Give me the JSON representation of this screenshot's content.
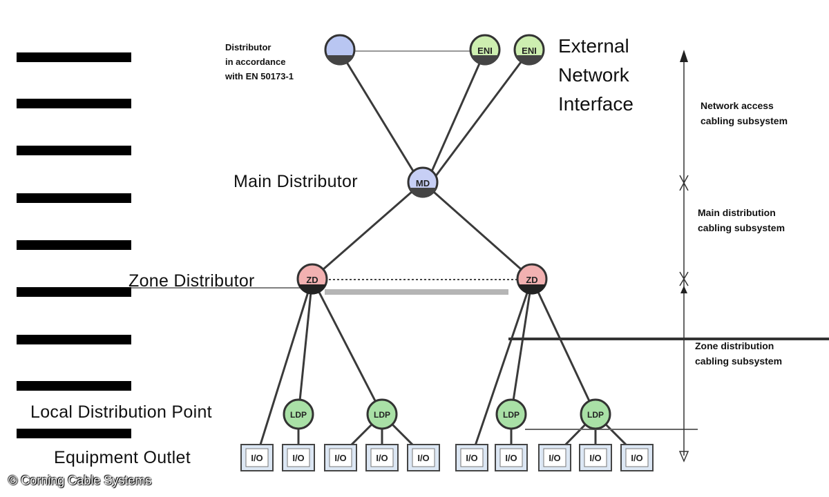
{
  "labels": {
    "distributor_note": [
      "Distributor",
      "in accordance",
      "with EN 50173-1"
    ],
    "external_interface": [
      "External",
      "Network",
      "Interface"
    ],
    "main_distributor": "Main Distributor",
    "zone_distributor": "Zone Distributor",
    "local_distribution_point": "Local Distribution Point",
    "equipment_outlet": "Equipment Outlet"
  },
  "nodes": {
    "ext_distributor": "",
    "eni": "ENI",
    "md": "MD",
    "zd": "ZD",
    "ldp": "LDP",
    "io": "I/O"
  },
  "subsystems": {
    "network_access": [
      "Network access",
      "cabling subsystem"
    ],
    "main_distribution": [
      "Main distribution",
      "cabling subsystem"
    ],
    "zone_distribution": [
      "Zone distribution",
      "cabling subsystem"
    ]
  },
  "copyright": "© Corning Cable Systems",
  "colors": {
    "ext_distributor": "#b9c6f2",
    "eni": "#cdeeb0",
    "md": "#c7cff5",
    "zd": "#f2b1b1",
    "ldp": "#a9e0a6",
    "io": "#dce7f4"
  }
}
